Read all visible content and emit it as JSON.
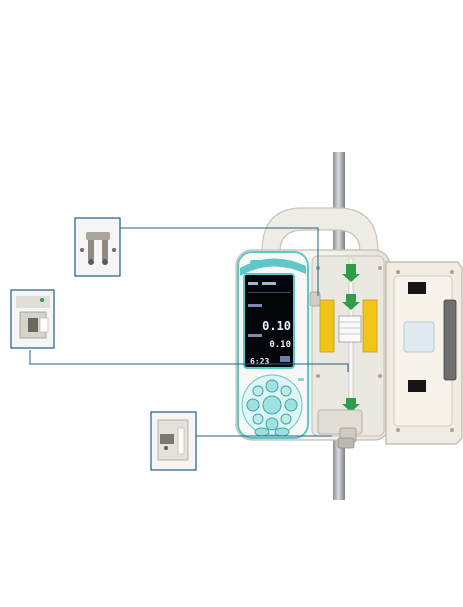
{
  "device": {
    "screen_readouts": [
      "0.10",
      "0.10",
      "6:23"
    ],
    "keypad_key_count": 11,
    "accent_color": "#5ec8c8",
    "screen_color": "#05060a",
    "body_color": "#f3f1ec",
    "door_color": "#f1ece1",
    "label_color": "#f0c419",
    "arrow_color": "#2e9c4b"
  },
  "callouts": [
    {
      "name": "callout-pole-clamp-detail"
    },
    {
      "name": "callout-bracket-detail"
    },
    {
      "name": "callout-tube-clip-detail"
    }
  ]
}
